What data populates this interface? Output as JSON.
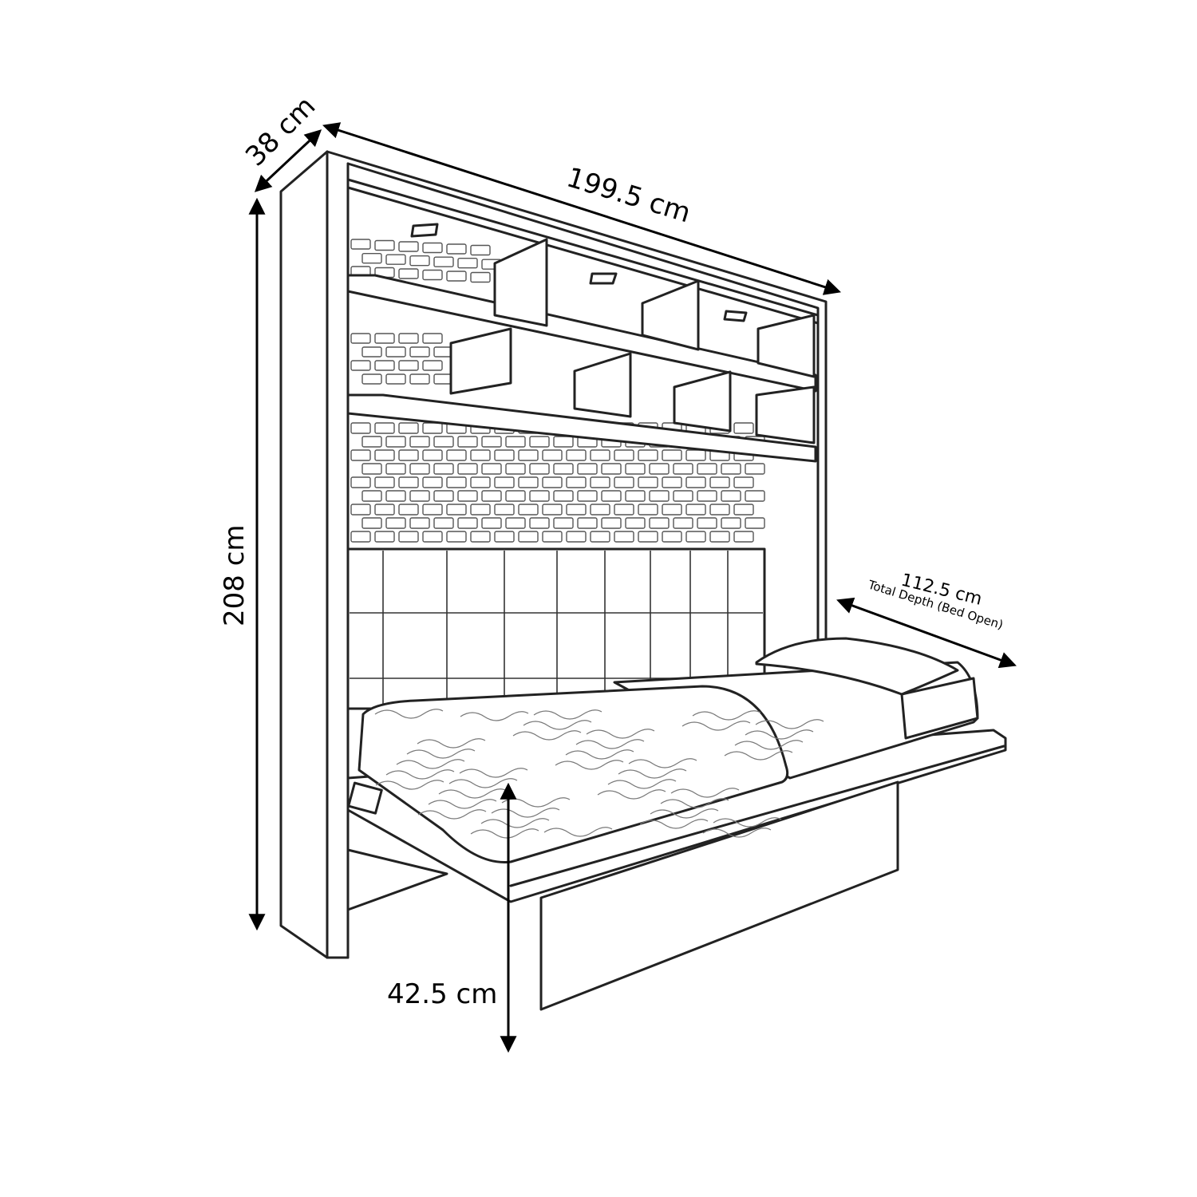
{
  "title": "Wall bed with shelving – dimensions",
  "dimensions": {
    "depth": "38 cm",
    "width": "199.5 cm",
    "height": "208 cm",
    "total_depth": "112.5 cm",
    "total_depth_note": "Total Depth (Bed Open)",
    "bed_height": "42.5 cm"
  },
  "colors": {
    "line": "#222222",
    "background": "#ffffff"
  }
}
